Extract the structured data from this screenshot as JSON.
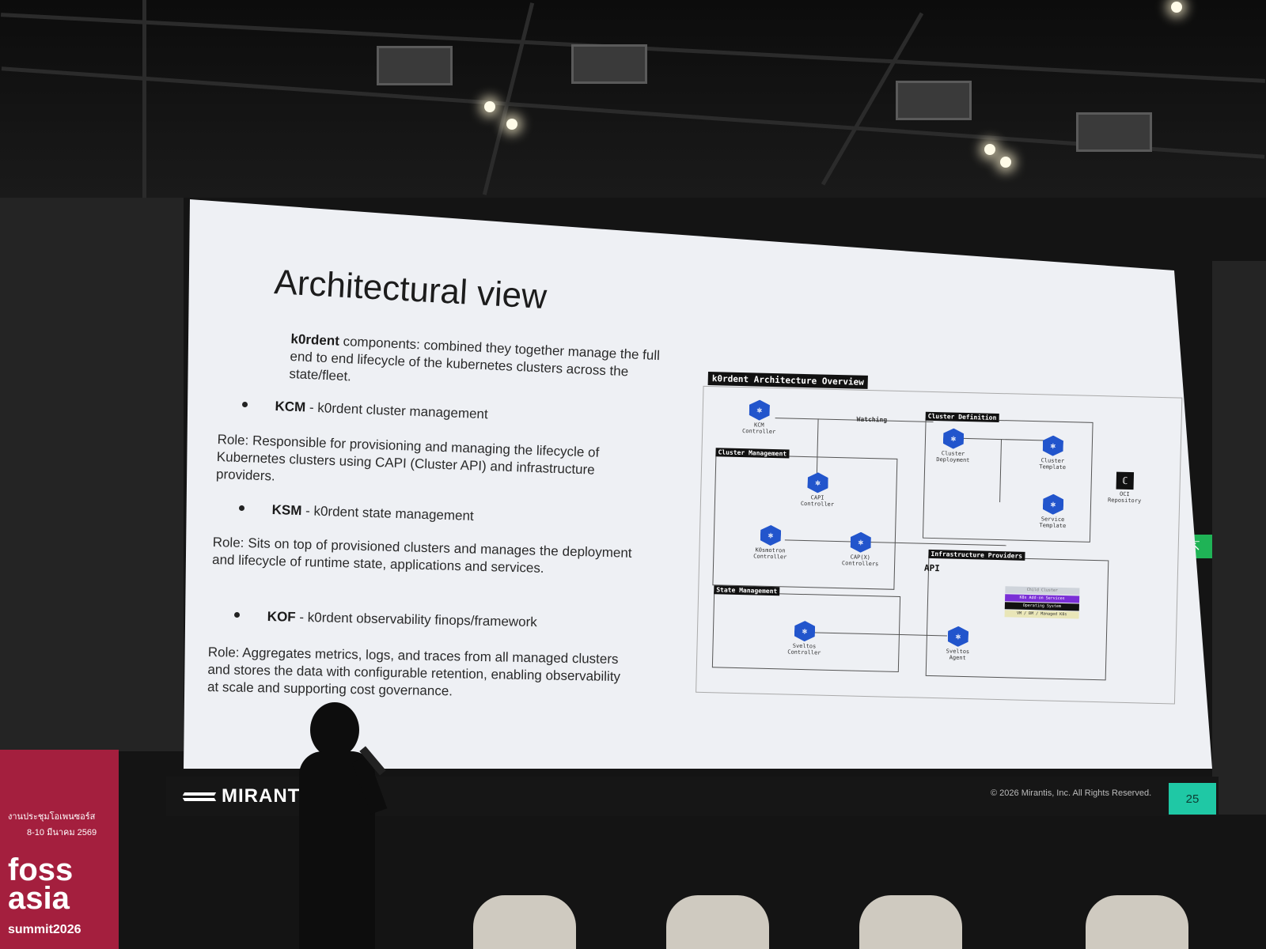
{
  "slide": {
    "title": "Architectural view",
    "intro_bold": "k0rdent",
    "intro_text": "components:  combined they together manage the full end to end lifecycle of the kubernetes clusters across the state/fleet.",
    "items": [
      {
        "name": "KCM",
        "desc": " - k0rdent cluster management",
        "role": "Role: Responsible for provisioning and managing the lifecycle of Kubernetes clusters using CAPI (Cluster API) and infrastructure providers."
      },
      {
        "name": "KSM",
        "desc": " - k0rdent state management",
        "role": "Role: Sits on top of provisioned clusters and manages the deployment and lifecycle of runtime state, applications and services."
      },
      {
        "name": "KOF",
        "desc": " - k0rdent observability finops/framework",
        "role": "Role: Aggregates metrics, logs, and traces from all managed clusters and stores the data with configurable retention, enabling observability at scale and supporting cost governance."
      }
    ],
    "footer": {
      "brand": "MIRANTI",
      "copyright": "© 2026 Mirantis, Inc. All Rights Reserved.",
      "page": "25"
    }
  },
  "diagram": {
    "title": "k0rdent Architecture Overview",
    "groups": {
      "cluster_management": "Cluster Management",
      "cluster_definition": "Cluster Definition",
      "infrastructure_providers": "Infrastructure Providers",
      "state_management": "State Management"
    },
    "nodes": {
      "kcm": "KCM\nController",
      "capi": "CAPI\nController",
      "k0smotron": "K0smotron\nController",
      "capx": "CAP(X)\nControllers",
      "cluster_deployment": "Cluster\nDeployment",
      "cluster_template": "Cluster\nTemplate",
      "service_template": "Service\nTemplate",
      "oci": "OCI\nRepository",
      "sveltos_controller": "Sveltos\nController",
      "sveltos_agent": "Sveltos\nAgent"
    },
    "edge_label": "Watching",
    "api_label": "API",
    "stack_layers": [
      "Child Cluster",
      "K8s Add-on Services",
      "Operating System",
      "VM / BM / Managed K8s"
    ]
  },
  "venue": {
    "banner_lines": [
      "งานประชุมโอเพนซอร์ส",
      "8-10 มีนาคม 2569"
    ],
    "banner_logo": [
      "foss",
      "asia"
    ],
    "banner_sub": "summit2026"
  },
  "colors": {
    "screen_bg": "#eef0f4",
    "node_blue": "#2255cc",
    "slide_num_bg": "#1fc8a5",
    "banner": "#a41f3e",
    "exit_sign": "#1fb356"
  }
}
